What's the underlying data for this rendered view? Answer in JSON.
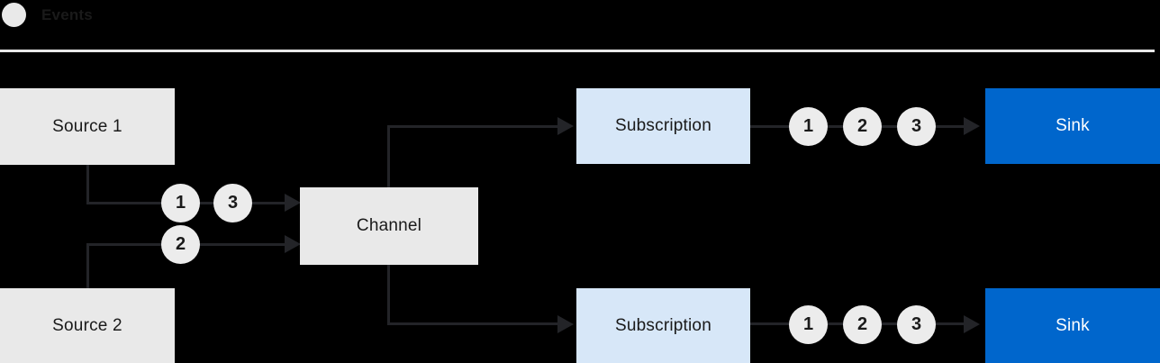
{
  "legend": {
    "label": "Events"
  },
  "nodes": {
    "source1": "Source 1",
    "source2": "Source 2",
    "channel": "Channel",
    "subscription1": "Subscription",
    "subscription2": "Subscription",
    "sink1": "Sink",
    "sink2": "Sink"
  },
  "events": {
    "source1_to_channel": [
      "1",
      "3"
    ],
    "source2_to_channel": [
      "2"
    ],
    "subscription1_to_sink": [
      "1",
      "2",
      "3"
    ],
    "subscription2_to_sink": [
      "1",
      "2",
      "3"
    ]
  },
  "colors": {
    "background": "#000000",
    "box_gray": "#e9e9e9",
    "box_light_blue": "#d7e7f8",
    "box_blue": "#0066cc",
    "line": "#232428",
    "text_dark": "#1a1a1a",
    "text_light": "#ffffff",
    "event_circle_fill": "#ececec",
    "separator": "#e8e8e8"
  }
}
